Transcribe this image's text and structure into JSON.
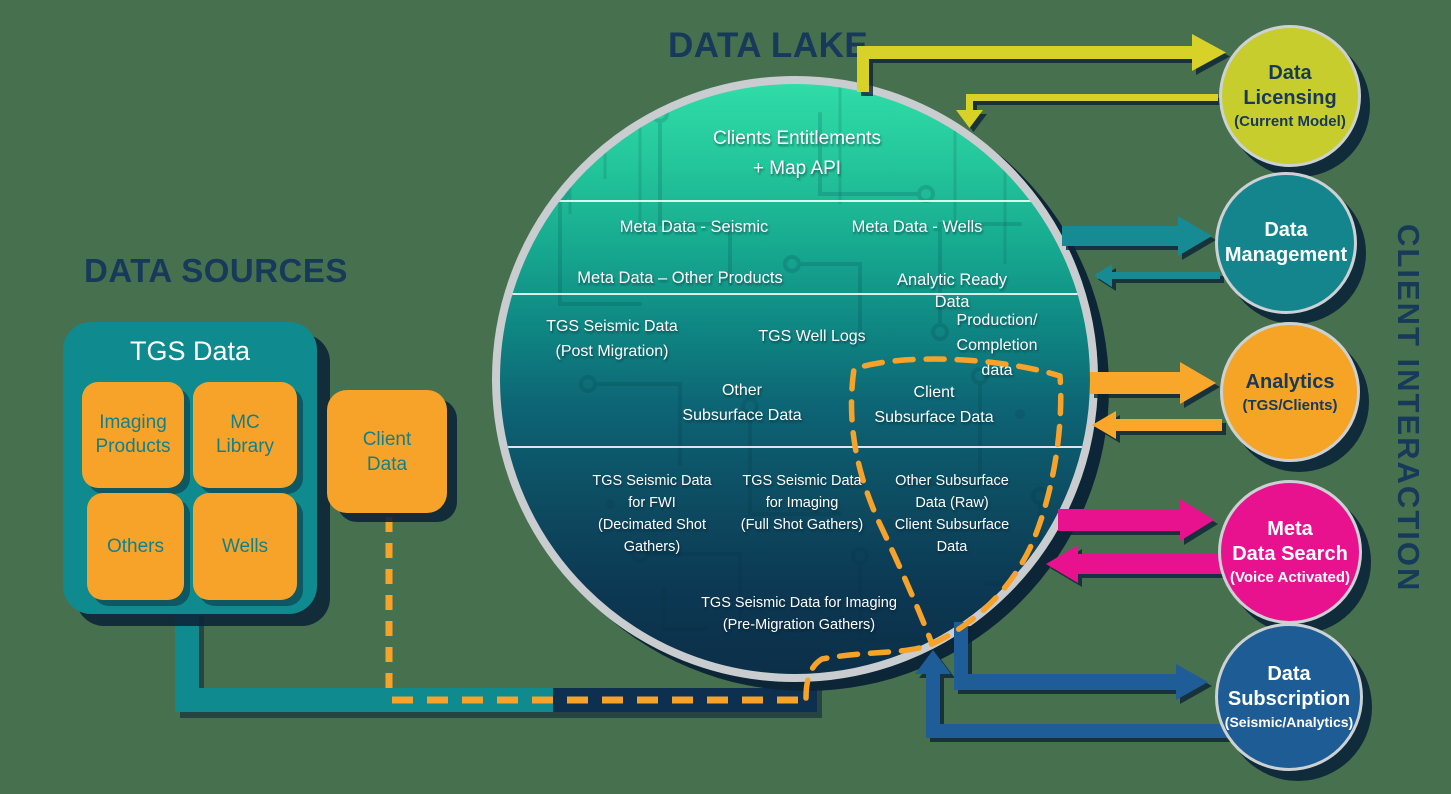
{
  "titles": {
    "data_sources": "DATA SOURCES",
    "data_lake": "DATA LAKE",
    "client_interaction": "CLIENT INTERACTION"
  },
  "data_sources": {
    "tgs_box_title": "TGS Data",
    "tgs_items": [
      "Imaging\nProducts",
      "MC\nLibrary",
      "Others",
      "Wells"
    ],
    "client_box_label": "Client\nData"
  },
  "data_lake": {
    "labels": [
      {
        "text": "Clients Entitlements\n+ Map API"
      },
      {
        "text": "Meta Data - Seismic"
      },
      {
        "text": "Meta Data - Wells"
      },
      {
        "text": "Meta Data – Other Products"
      },
      {
        "text": "Analytic Ready Data"
      },
      {
        "text": "TGS Seismic Data\n(Post Migration)"
      },
      {
        "text": "TGS Well Logs"
      },
      {
        "text": "Production/\nCompletion data"
      },
      {
        "text": "Other\nSubsurface Data"
      },
      {
        "text": "Client\nSubsurface Data"
      },
      {
        "text": "TGS Seismic Data\nfor FWI\n(Decimated Shot\nGathers)"
      },
      {
        "text": "TGS Seismic Data\nfor Imaging\n(Full Shot Gathers)"
      },
      {
        "text": "Other Subsurface\nData (Raw)\nClient Subsurface\nData"
      },
      {
        "text": "TGS Seismic Data for Imaging\n(Pre-Migration Gathers)"
      }
    ]
  },
  "client_interaction": {
    "circles": [
      {
        "name": "Data\nLicensing",
        "subtitle": "(Current Model)",
        "color": "#c6cd2d",
        "text_color": "#17395a"
      },
      {
        "name": "Data\nManagement",
        "subtitle": "",
        "color": "#15858d",
        "text_color": "#ffffff"
      },
      {
        "name": "Analytics",
        "subtitle": "(TGS/Clients)",
        "color": "#f5a426",
        "text_color": "#17395a"
      },
      {
        "name": "Meta\nData Search",
        "subtitle": "(Voice Activated)",
        "color": "#e8128f",
        "text_color": "#ffffff"
      },
      {
        "name": "Data\nSubscription",
        "subtitle": "(Seismic/Analytics)",
        "color": "#1d5c95",
        "text_color": "#ffffff"
      }
    ]
  },
  "colors": {
    "background": "#47704e",
    "navy": "#17395a",
    "teal": "#0f8a8e",
    "orange": "#f7a329",
    "yellow": "#d8d228",
    "pink": "#e8128f",
    "blue": "#1e5d98",
    "circle_rim": "#c9cdd0",
    "lake_gradient_top": "#30dca8",
    "lake_gradient_bottom": "#0c2f48"
  }
}
